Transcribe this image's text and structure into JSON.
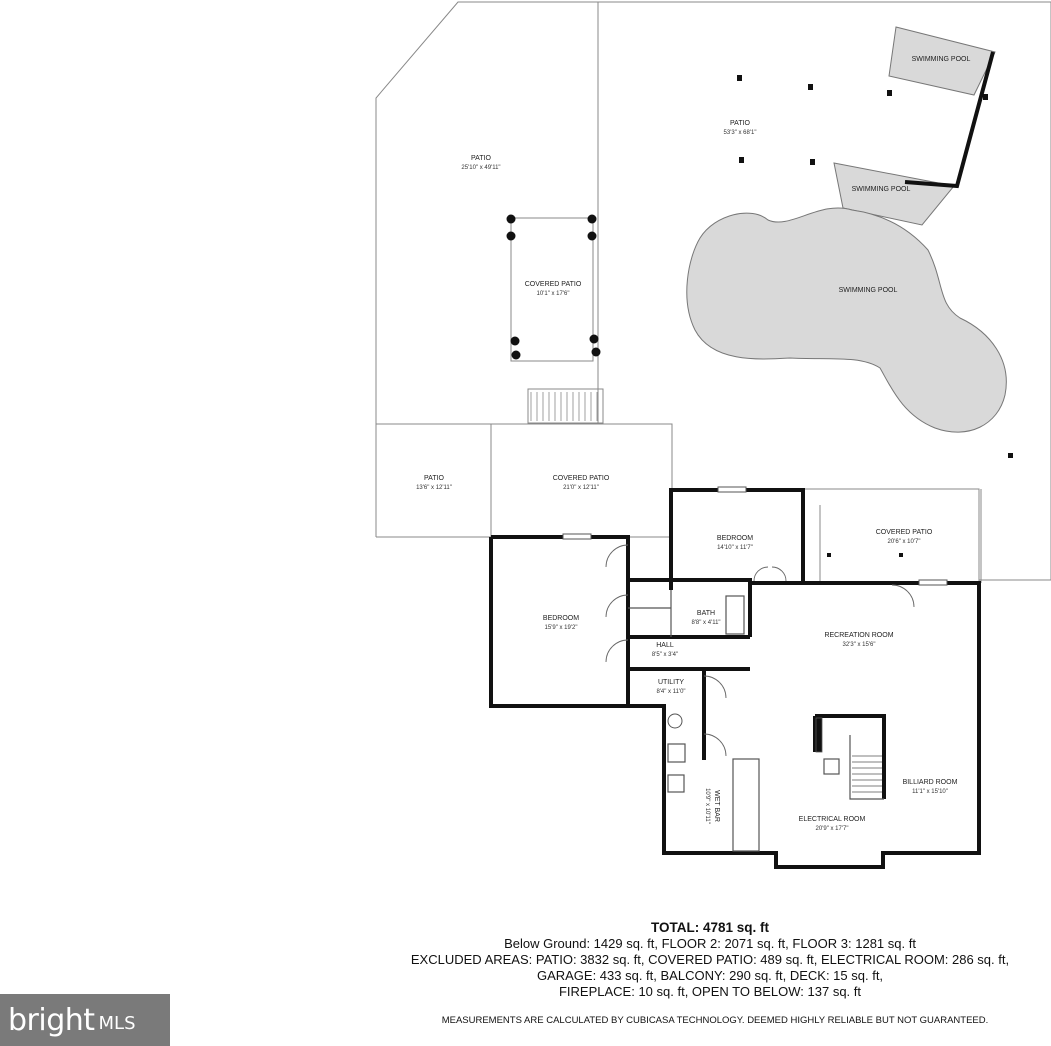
{
  "rooms": [
    {
      "id": "patio_a",
      "name": "PATIO",
      "dim": "25'10\" x 49'11\""
    },
    {
      "id": "patio_b",
      "name": "PATIO",
      "dim": "53'3\" x 68'1\""
    },
    {
      "id": "pool_a",
      "name": "SWIMMING POOL",
      "dim": ""
    },
    {
      "id": "pool_b",
      "name": "SWIMMING POOL",
      "dim": ""
    },
    {
      "id": "pool_c",
      "name": "SWIMMING POOL",
      "dim": ""
    },
    {
      "id": "covered_patio_a",
      "name": "COVERED PATIO",
      "dim": "10'1\" x 17'6\""
    },
    {
      "id": "patio_c",
      "name": "PATIO",
      "dim": "13'6\" x 12'11\""
    },
    {
      "id": "covered_patio_b",
      "name": "COVERED PATIO",
      "dim": "21'0\" x 12'11\""
    },
    {
      "id": "bedroom_a",
      "name": "BEDROOM",
      "dim": "14'10\" x 11'7\""
    },
    {
      "id": "covered_patio_c",
      "name": "COVERED PATIO",
      "dim": "20'6\" x 10'7\""
    },
    {
      "id": "bedroom_b",
      "name": "BEDROOM",
      "dim": "15'9\" x 19'2\""
    },
    {
      "id": "bath",
      "name": "BATH",
      "dim": "8'8\" x 4'11\""
    },
    {
      "id": "recreation",
      "name": "RECREATION ROOM",
      "dim": "32'3\" x 15'6\""
    },
    {
      "id": "hall",
      "name": "HALL",
      "dim": "8'5\" x 3'4\""
    },
    {
      "id": "utility",
      "name": "UTILITY",
      "dim": "8'4\" x 11'0\""
    },
    {
      "id": "billiard",
      "name": "BILLIARD ROOM",
      "dim": "11'1\" x 15'10\""
    },
    {
      "id": "wet_bar",
      "name": "WET BAR",
      "dim": "10'9\" x 10'11\""
    },
    {
      "id": "electrical",
      "name": "ELECTRICAL ROOM",
      "dim": "20'9\" x 17'7\""
    }
  ],
  "summary": {
    "total": "TOTAL: 4781 sq. ft",
    "line1": "Below Ground: 1429 sq. ft, FLOOR 2: 2071 sq. ft, FLOOR 3: 1281 sq. ft",
    "line2": "EXCLUDED AREAS: PATIO: 3832 sq. ft, COVERED PATIO: 489 sq. ft, ELECTRICAL ROOM: 286 sq. ft,",
    "line3": "GARAGE: 433 sq. ft, BALCONY: 290 sq. ft, DECK: 15 sq. ft,",
    "line4": "FIREPLACE: 10 sq. ft, OPEN TO BELOW: 137 sq. ft"
  },
  "disclaimer": "MEASUREMENTS ARE CALCULATED BY CUBICASA TECHNOLOGY. DEEMED HIGHLY RELIABLE BUT NOT GUARANTEED.",
  "logo": {
    "brand": "bright",
    "suffix": "MLS"
  },
  "colors": {
    "pool_fill": "#d9d9d9",
    "wall": "#111111",
    "thin_line": "#888888",
    "logo_bg": "#7a7a7a"
  }
}
